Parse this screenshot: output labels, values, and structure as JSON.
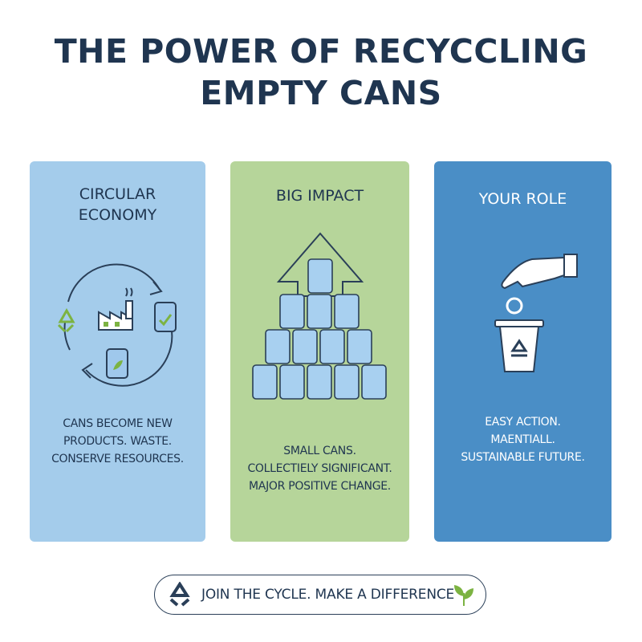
{
  "page": {
    "title_line1": "THE POWER OF RECYCCLING",
    "title_line2": "EMPTY CANS"
  },
  "cards": [
    {
      "title_line1": "CIRCULAR",
      "title_line2": "ECONOMY",
      "text_lines": [
        "CANS BECOME NEW",
        "PRODUCTS. WASTE.",
        "CONSERVE RESOURCES."
      ],
      "background": "#a4cceb",
      "icons": [
        "recycle-icon",
        "factory-icon",
        "can-icon",
        "cycle-arrows-icon"
      ]
    },
    {
      "title_line1": "BIG IMPACT",
      "text_lines": [
        "SMALL CANS.",
        "COLLECTIELY SIGNIFICANT.",
        "MAJOR POSITIVE CHANGE."
      ],
      "background": "#b6d59a",
      "icons": [
        "up-arrow-icon",
        "can-pyramid-icon"
      ]
    },
    {
      "title_line1": "YOUR ROLE",
      "text_lines": [
        "EASY ACTION.",
        "MAENTIALL.",
        "SUSTAINABLE FUTURE."
      ],
      "background": "#4a8ec6",
      "icons": [
        "hand-icon",
        "recycle-bin-icon"
      ]
    }
  ],
  "footer": {
    "label": "JOIN THE CYCLE. MAKE A DIFFERENCE",
    "icons": [
      "recycle-icon",
      "leaf-icon"
    ]
  },
  "colors": {
    "heading": "#1f3550",
    "recycle_green": "#7cb342",
    "can_blue": "#9fc8ec"
  }
}
